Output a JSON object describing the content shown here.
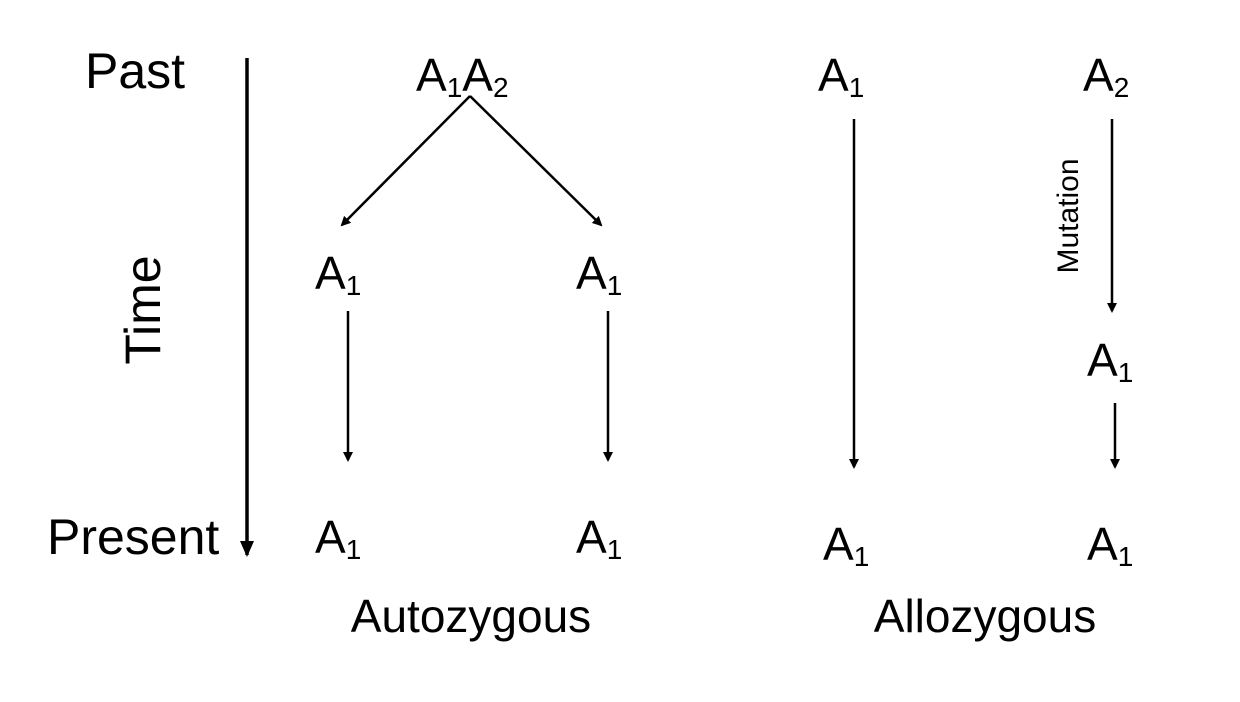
{
  "timeline": {
    "past_label": "Past",
    "present_label": "Present",
    "axis_label": "Time"
  },
  "autozygous": {
    "caption": "Autozygous",
    "ancestor": [
      {
        "base": "A",
        "sub": "1"
      },
      {
        "base": "A",
        "sub": "2"
      }
    ],
    "left_mid": {
      "base": "A",
      "sub": "1"
    },
    "right_mid": {
      "base": "A",
      "sub": "1"
    },
    "left_present": {
      "base": "A",
      "sub": "1"
    },
    "right_present": {
      "base": "A",
      "sub": "1"
    }
  },
  "allozygous": {
    "caption": "Allozygous",
    "left_top": {
      "base": "A",
      "sub": "1"
    },
    "right_top": {
      "base": "A",
      "sub": "2"
    },
    "mutation_label": "Mutation",
    "right_mid": {
      "base": "A",
      "sub": "1"
    },
    "left_present": {
      "base": "A",
      "sub": "1"
    },
    "right_present": {
      "base": "A",
      "sub": "1"
    }
  }
}
